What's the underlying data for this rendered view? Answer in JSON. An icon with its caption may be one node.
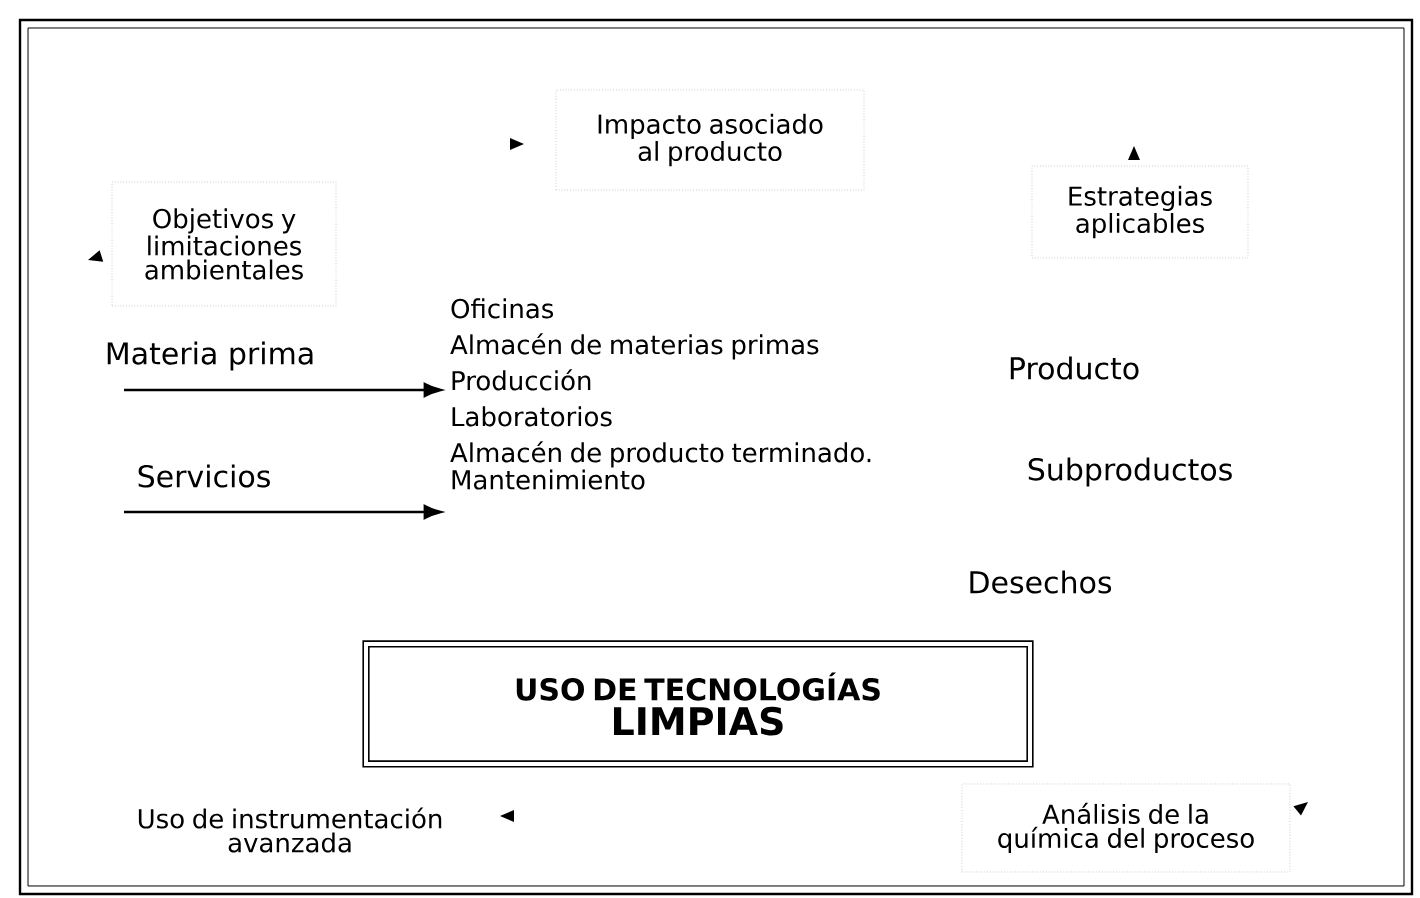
{
  "diagram": {
    "nodes": [
      {
        "text": [
          "Impacto asociado al producto"
        ]
      },
      {
        "text": [
          "Objetivos y limitaciones ambientales"
        ]
      },
      {
        "text": [
          "Estrategias aplicables"
        ]
      },
      {
        "text": [
          "Oficinas",
          "Almacén de materias primas",
          "Producción",
          "Laboratorios",
          "Almacén de producto terminado.",
          "Mantenimiento"
        ]
      },
      {
        "text": [
          "USO DE TECNOLOGÍAS",
          "LIMPIAS"
        ]
      },
      {
        "text": [
          "Uso de instrumentación avanzada"
        ]
      },
      {
        "text": [
          "Análisis de la química del proceso"
        ]
      }
    ],
    "edges": [
      {
        "from": null,
        "to": 3,
        "arrow": "to",
        "label": "Materia prima"
      },
      {
        "from": null,
        "to": 3,
        "arrow": "to",
        "label": "Servicios"
      }
    ],
    "labels": [
      "Producto",
      "Subproductos",
      "Desechos"
    ]
  }
}
